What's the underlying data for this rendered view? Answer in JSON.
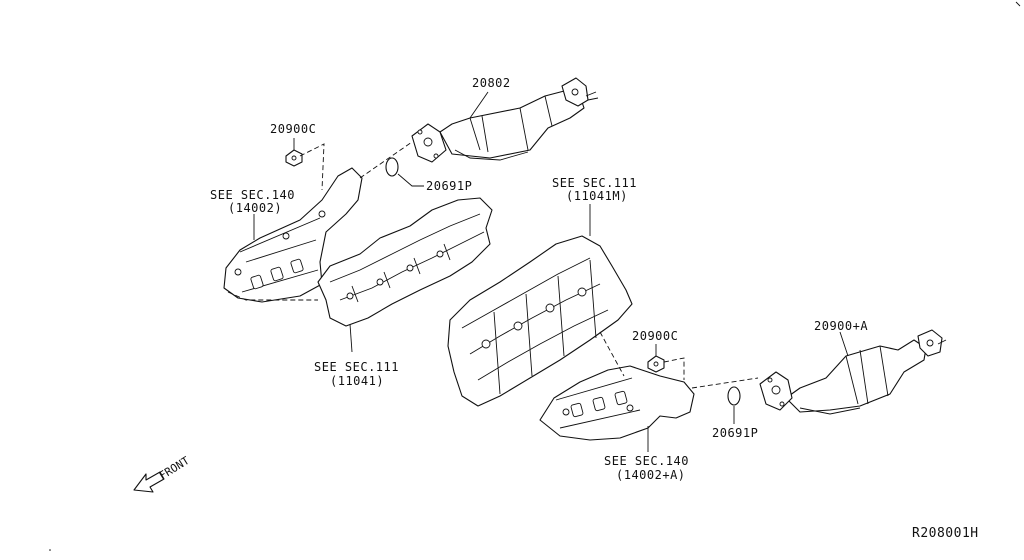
{
  "labels": {
    "part_20802": "20802",
    "part_20900c_top": "20900C",
    "part_20691p_top": "20691P",
    "see_sec_140_top": "SEE SEC.140",
    "see_sec_140_top_code": "(14002)",
    "see_sec_111_top": "SEE SEC.111",
    "see_sec_111_top_code": "(11041M)",
    "see_sec_111_bottom": "SEE SEC.111",
    "see_sec_111_bottom_code": "(11041)",
    "part_20900c_bottom": "20900C",
    "part_20900a": "20900+A",
    "part_20691p_bottom": "20691P",
    "see_sec_140_bottom": "SEE SEC.140",
    "see_sec_140_bottom_code": "(14002+A)",
    "front": "FRONT",
    "diagram_ref": "R208001H"
  }
}
